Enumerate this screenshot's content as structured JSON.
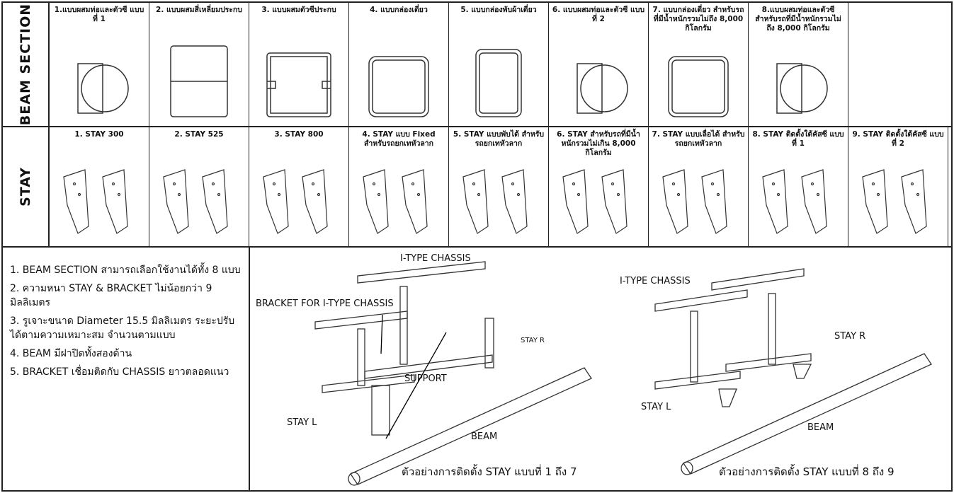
{
  "beam_section": {
    "label": "BEAM SECTION",
    "items": [
      "1.แบบผสมท่อและตัวซี แบบที่ 1",
      "2. แบบผสมสี่เหลี่ยมประกบ",
      "3. แบบผสมตัวซีประกบ",
      "4. แบบกล่องเดี่ยว",
      "5. แบบกล่องพับผ้าเดี่ยว",
      "6. แบบผสมท่อและตัวซี แบบที่ 2",
      "7. แบบกล่องเดี่ยว สำหรับรถที่มีน้ำหนักรวมไม่ถึง 8,000 กิโลกรัม",
      "8.แบบผสมท่อและตัวซี สำหรับรถที่มีน้ำหนักรวมไม่ถึง 8,000 กิโลกรัม"
    ],
    "shapes": [
      "tube-c",
      "double-box",
      "c-pair",
      "box",
      "box-tall",
      "tube-c",
      "box",
      "tube-c"
    ]
  },
  "stay": {
    "label": "STAY",
    "items": [
      "1. STAY 300",
      "2. STAY 525",
      "3. STAY 800",
      "4. STAY แบบ Fixed สำหรับรถยกเทหัวลาก",
      "5. STAY แบบพับได้ สำหรับรถยกเทหัวลาก",
      "6. STAY สำหรับรถที่มีน้ำหนักรวมไม่เกิน 8,000 กิโลกรัม",
      "7. STAY แบบเลื่อได้ สำหรับรถยกเทหัวลาก",
      "8. STAY ติดตั้งใต้คัสซี แบบที่ 1",
      "9. STAY ติดตั้งใต้คัสซี แบบที่ 2"
    ]
  },
  "notes": [
    "1. BEAM SECTION สามารถเลือกใช้งานได้ทั้ง 8 แบบ",
    "2. ความหนา STAY & BRACKET ไม่น้อยกว่า 9 มิลลิเมตร",
    "3. รูเจาะขนาด Diameter 15.5 มิลลิเมตร ระยะปรับได้ตามความเหมาะสม จำนวนตามแบบ",
    "4. BEAM มีฝาปิดทั้งสองด้าน",
    "5. BRACKET เชื่อมติดกับ CHASSIS ยาวตลอดแนว"
  ],
  "diagram1": {
    "chassis": "I-TYPE CHASSIS",
    "bracket": "BRACKET FOR I-TYPE CHASSIS",
    "stay_r": "STAY R",
    "support": "SUPPORT",
    "stay_l": "STAY L",
    "beam": "BEAM",
    "caption": "ตัวอย่างการติดตั้ง STAY แบบที่ 1 ถึง 7"
  },
  "diagram2": {
    "chassis": "I-TYPE CHASSIS",
    "stay_r": "STAY R",
    "stay_l": "STAY L",
    "beam": "BEAM",
    "caption": "ตัวอย่างการติดตั้ง STAY แบบที่ 8 ถึง 9"
  }
}
